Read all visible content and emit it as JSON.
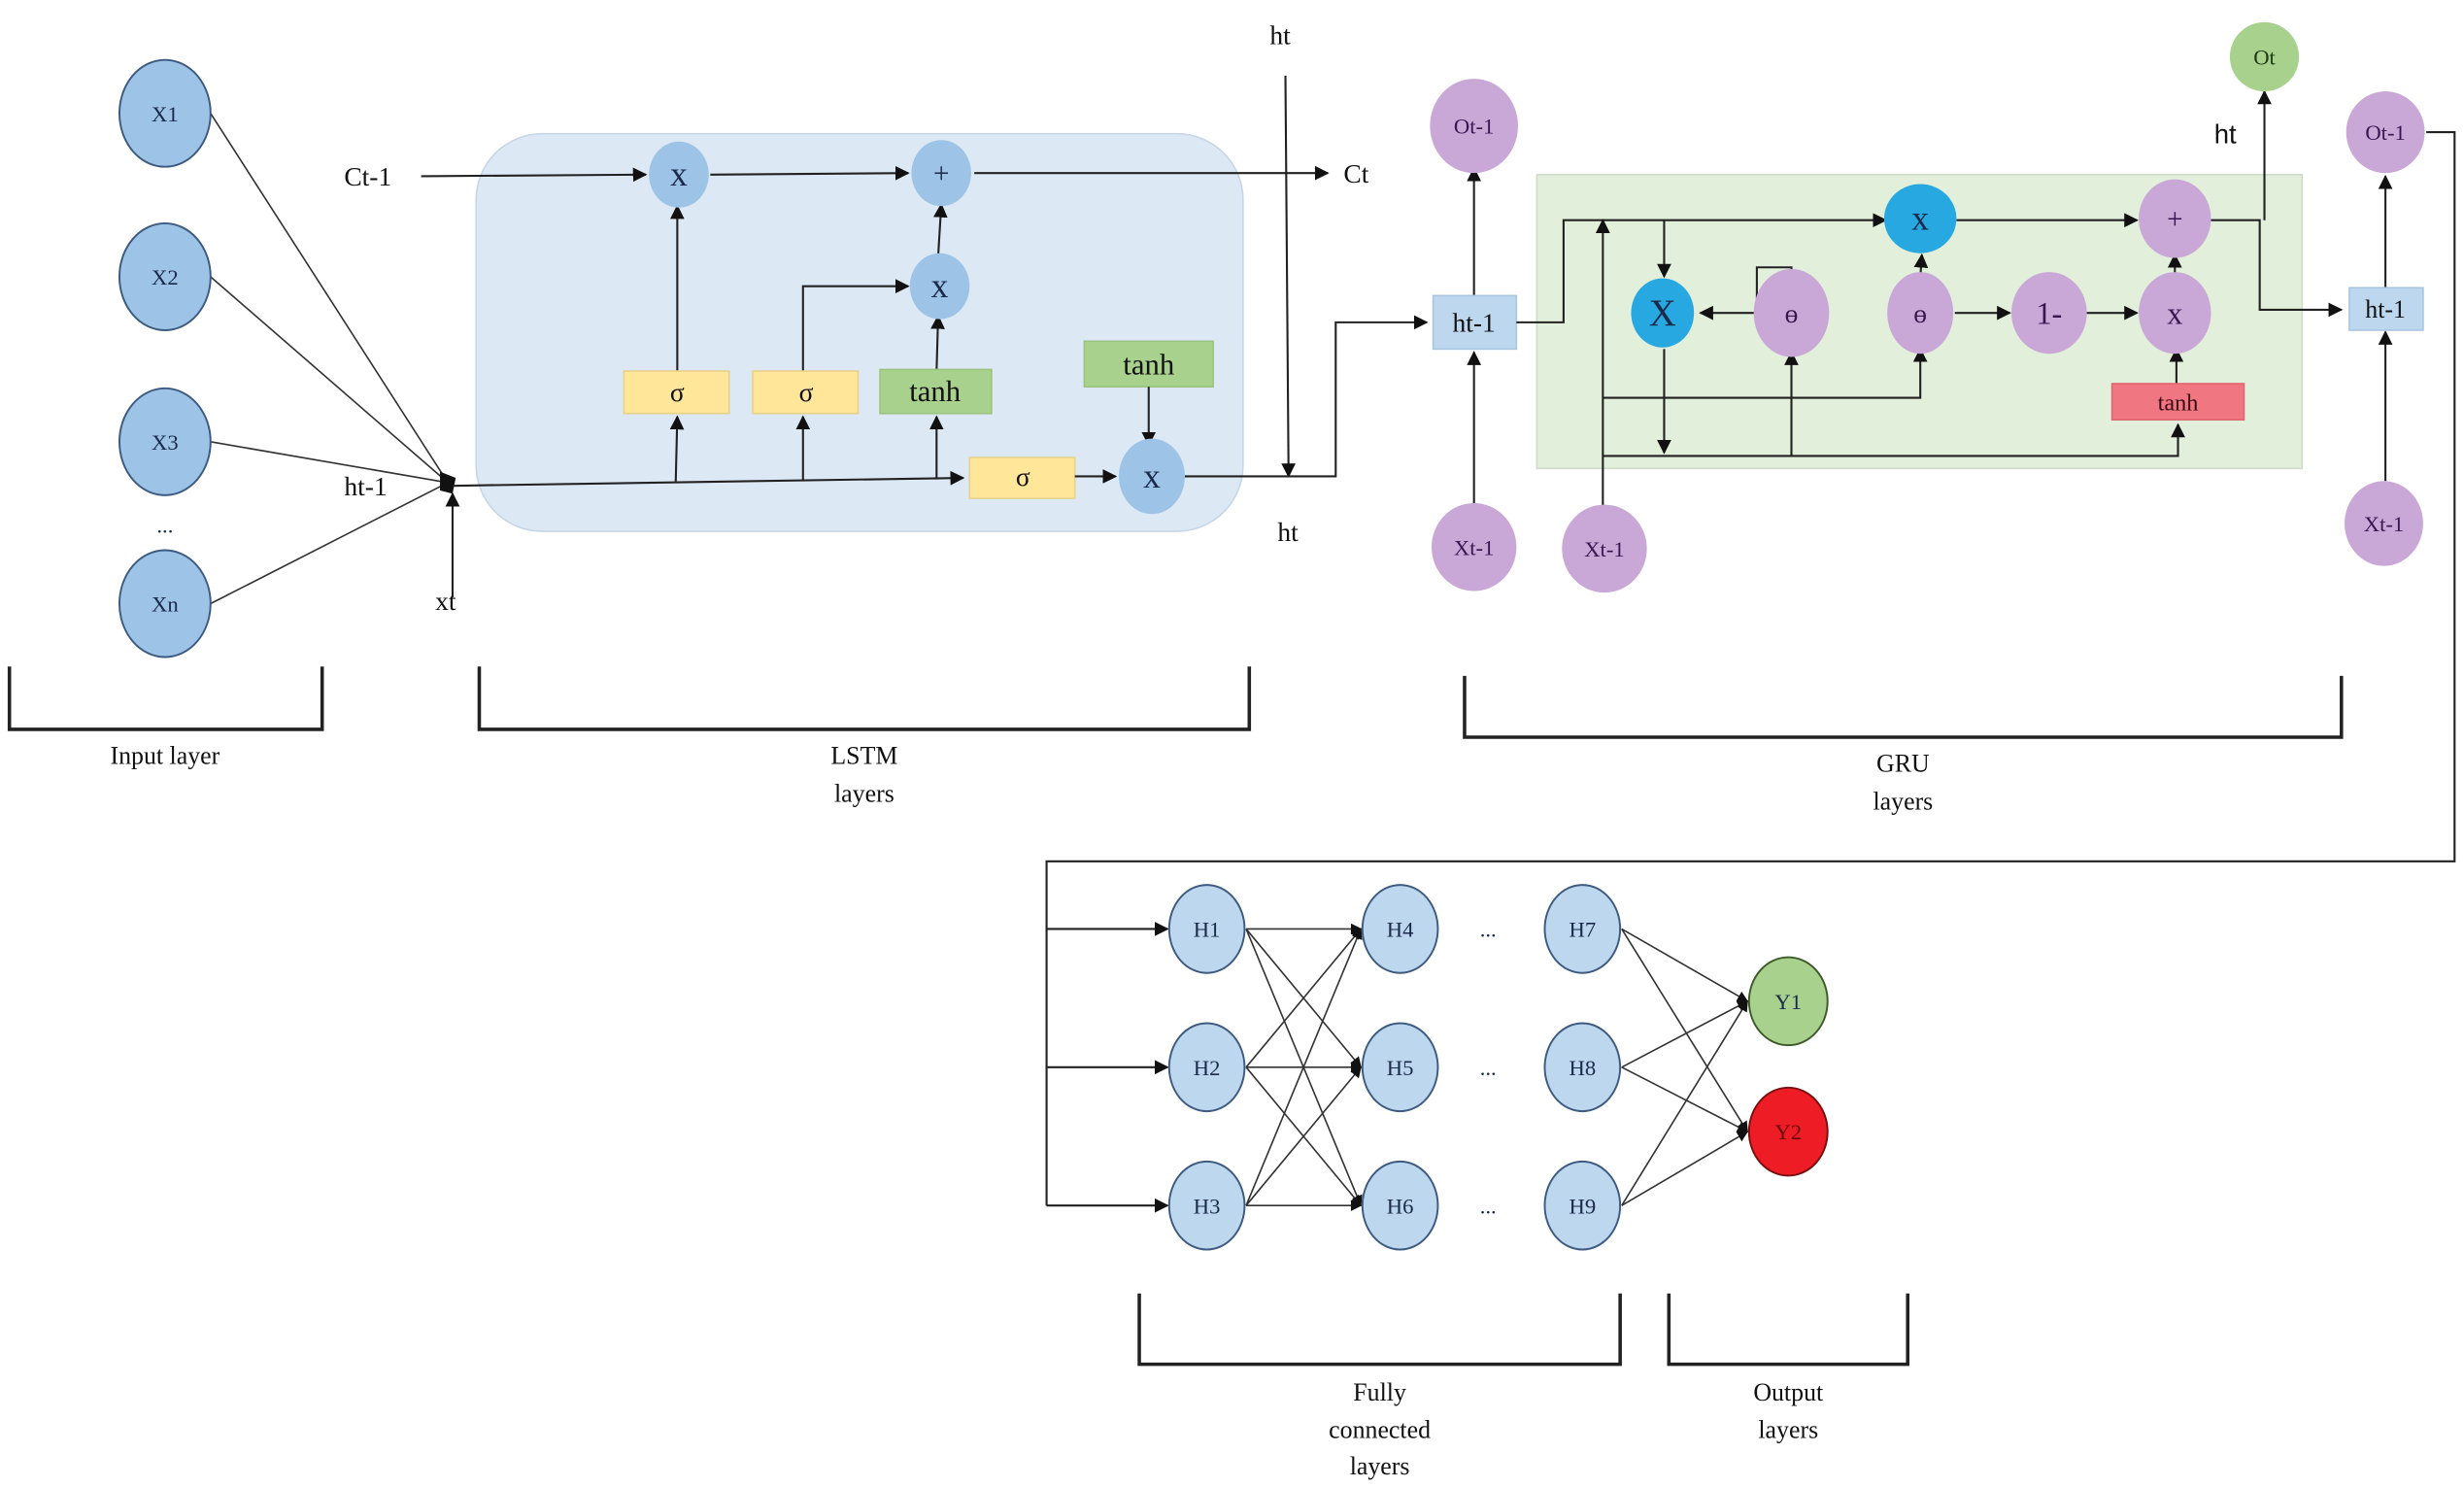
{
  "figure": {
    "input_layer": {
      "nodes": [
        "X1",
        "X2",
        "X3",
        "Xn"
      ],
      "ellipsis": "...",
      "caption": "Input layer"
    },
    "lstm": {
      "labels": {
        "c_prev": "Ct-1",
        "c_next": "Ct",
        "h_prev": "ht-1",
        "x_t": "xt",
        "h_top": "ht",
        "h_bottom": "ht"
      },
      "ops": {
        "forget_mult": "x",
        "add": "+",
        "input_mult": "x",
        "output_mult": "x"
      },
      "gates": {
        "forget_sigma": "σ",
        "input_sigma": "σ",
        "candidate_tanh": "tanh",
        "output_sigma": "σ",
        "cell_tanh": "tanh"
      },
      "caption_line1": "LSTM",
      "caption_line2": "layers"
    },
    "gru": {
      "left_output": "Ot-1",
      "left_hidden": "ht-1",
      "left_input": "Xt-1",
      "inner_input": "Xt-1",
      "reset_mult": "X",
      "reset_gate": "ɵ",
      "update_mult": "x",
      "update_gate": "ɵ",
      "one_minus": "1-",
      "candidate_mult": "x",
      "add": "+",
      "tanh": "tanh",
      "output": "Ot",
      "h_label": "ht",
      "right_output": "Ot-1",
      "right_hidden": "ht-1",
      "right_input": "Xt-1",
      "caption_line1": "GRU",
      "caption_line2": "layers"
    },
    "fully_connected": {
      "col1": [
        "H1",
        "H2",
        "H3"
      ],
      "col2": [
        "H4",
        "H5",
        "H6"
      ],
      "col3": [
        "H7",
        "H8",
        "H9"
      ],
      "ellipsis": "...",
      "caption_line1": "Fully",
      "caption_line2": "connected",
      "caption_line3": "layers"
    },
    "output": {
      "nodes": [
        "Y1",
        "Y2"
      ],
      "colors": {
        "y1": "#a9d18e",
        "y2": "#ee1c24"
      },
      "caption_line1": "Output",
      "caption_line2": "layers"
    },
    "colors": {
      "lstm_panel": "#dde8f5",
      "gru_panel": "#e2efda",
      "input_node": "#9dc3e6",
      "sigma_gate": "#ffe699",
      "tanh_gate": "#a9d18e",
      "gru_node": "#c9a8d8",
      "gru_blue": "#28a8e0",
      "gru_tanh": "#f07682"
    }
  }
}
